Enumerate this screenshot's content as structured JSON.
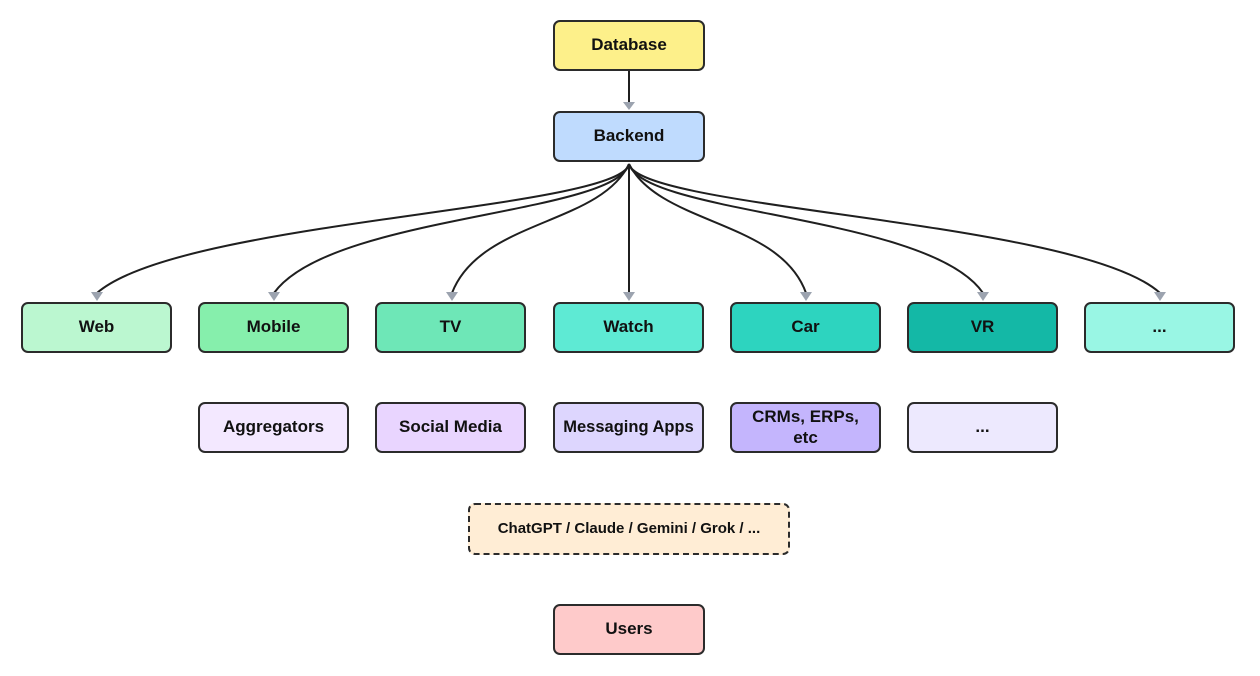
{
  "nodes": {
    "database": {
      "label": "Database",
      "color": "#fdf08a"
    },
    "backend": {
      "label": "Backend",
      "color": "#bfdbfe"
    },
    "clients": [
      {
        "label": "Web",
        "color": "#bbf7d0"
      },
      {
        "label": "Mobile",
        "color": "#86efac"
      },
      {
        "label": "TV",
        "color": "#6ee7b7"
      },
      {
        "label": "Watch",
        "color": "#5eead4"
      },
      {
        "label": "Car",
        "color": "#2dd4bf"
      },
      {
        "label": "VR",
        "color": "#14b8a6"
      },
      {
        "label": "...",
        "color": "#99f6e4"
      }
    ],
    "integrations": [
      {
        "label": "Aggregators",
        "color": "#f3e8ff"
      },
      {
        "label": "Social Media",
        "color": "#e9d5ff"
      },
      {
        "label": "Messaging Apps",
        "color": "#ddd6fe"
      },
      {
        "label": "CRMs, ERPs, etc",
        "color": "#c4b5fd"
      },
      {
        "label": "...",
        "color": "#ede9fe"
      }
    ],
    "ai": {
      "label": "ChatGPT / Claude / Gemini / Grok / ...",
      "color": "#ffedd5"
    },
    "users": {
      "label": "Users",
      "color": "#fecaca"
    }
  },
  "edges": [
    {
      "from": "Database",
      "to": "Backend"
    },
    {
      "from": "Backend",
      "to": "Web"
    },
    {
      "from": "Backend",
      "to": "Mobile"
    },
    {
      "from": "Backend",
      "to": "TV"
    },
    {
      "from": "Backend",
      "to": "Watch"
    },
    {
      "from": "Backend",
      "to": "Car"
    },
    {
      "from": "Backend",
      "to": "VR"
    },
    {
      "from": "Backend",
      "to": "..."
    }
  ],
  "colors": {
    "edge": "#1f1f1f",
    "arrowhead": "#9ca3af",
    "border": "#2b2b2b"
  }
}
